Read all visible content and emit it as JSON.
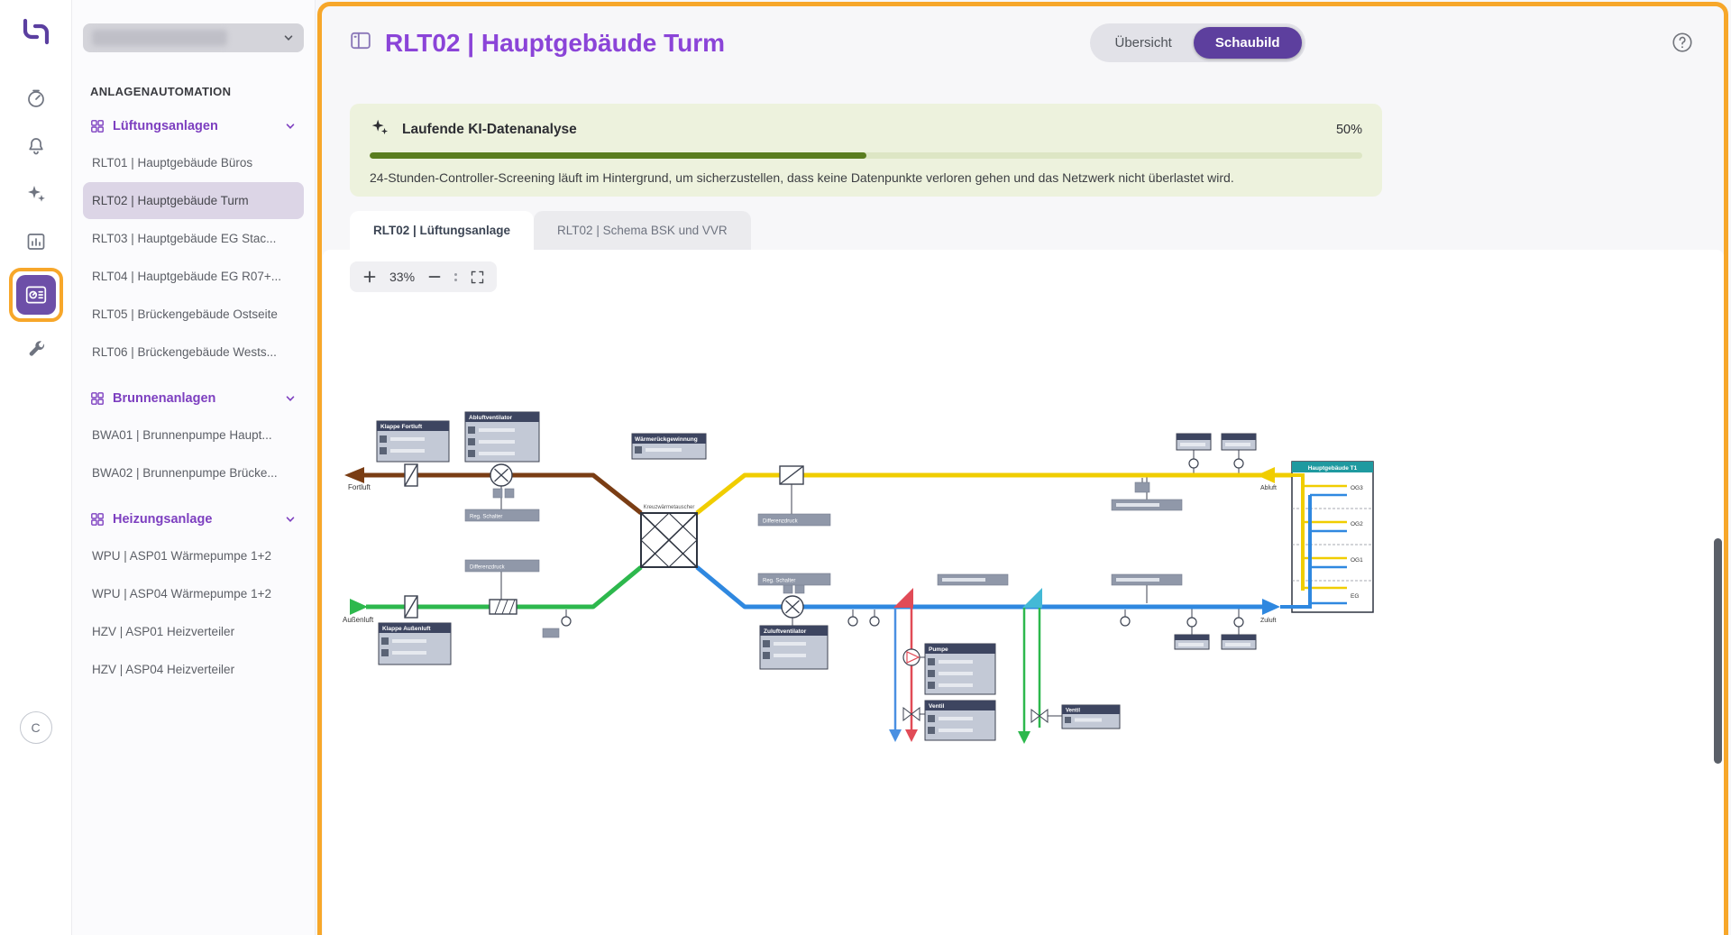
{
  "colors": {
    "accent_purple": "#8b44d8",
    "toggle_purple": "#5d3f9e",
    "highlight_orange": "#f7a72a",
    "banner_green_bg": "#edf2dd",
    "progress_green": "#5a7d1f",
    "duct_brown": "#7a3d14",
    "duct_yellow": "#f0cd00",
    "duct_green": "#2db84d",
    "duct_blue": "#2f88e0"
  },
  "iconbar": {
    "avatar": "C",
    "icons": [
      "logo",
      "dashboard",
      "notifications",
      "ai-assistant",
      "analytics",
      "automation",
      "settings-wrench"
    ]
  },
  "sidebar": {
    "section_title": "ANLAGENAUTOMATION",
    "groups": [
      {
        "label": "Lüftungsanlagen",
        "items": [
          "RLT01 | Hauptgebäude Büros",
          "RLT02 | Hauptgebäude Turm",
          "RLT03 | Hauptgebäude EG Stac...",
          "RLT04 | Hauptgebäude EG R07+...",
          "RLT05 | Brückengebäude Ostseite",
          "RLT06 | Brückengebäude Wests..."
        ]
      },
      {
        "label": "Brunnenanlagen",
        "items": [
          "BWA01 | Brunnenpumpe Haupt...",
          "BWA02 | Brunnenpumpe Brücke..."
        ]
      },
      {
        "label": "Heizungsanlage",
        "items": [
          "WPU | ASP01 Wärmepumpe 1+2",
          "WPU | ASP04 Wärmepumpe 1+2",
          "HZV | ASP01 Heizverteiler",
          "HZV | ASP04 Heizverteiler"
        ]
      }
    ],
    "selected_item": "RLT02 | Hauptgebäude Turm"
  },
  "header": {
    "title": "RLT02 | Hauptgebäude Turm",
    "toggle_overview": "Übersicht",
    "toggle_schematic": "Schaubild",
    "active_toggle": "Schaubild"
  },
  "banner": {
    "title": "Laufende KI-Datenanalyse",
    "percent": "50%",
    "progress_value": 50,
    "description": "24-Stunden-Controller-Screening läuft im Hintergrund, um sicherzustellen, dass keine Datenpunkte verloren gehen und das Netzwerk nicht überlastet wird."
  },
  "tabs": [
    {
      "label": "RLT02 | Lüftungsanlage",
      "active": true
    },
    {
      "label": "RLT02 | Schema BSK und VVR",
      "active": false
    }
  ],
  "diagram": {
    "zoom_level": "33%",
    "labels": {
      "fortluft": "Fortluft",
      "aussenluft": "Außenluft",
      "abluft": "Abluft",
      "zuluft": "Zuluft",
      "heat_exchanger": "Kreuzwärmetauscher",
      "building": "Hauptgebäude T1",
      "floors": [
        "OG3",
        "OG2",
        "OG1",
        "EG"
      ]
    },
    "components": {
      "klappe_fortluft": "Klappe Fortluft",
      "abluftventilator": "Abluftventilator",
      "waermerueckgewinnung": "Wärmerückgewinnung",
      "zuluftventilator": "Zuluftventilator",
      "klappe_aussenluft": "Klappe Außenluft",
      "pumpe": "Pumpe",
      "ventil_heizregister": "Ventil",
      "ventil_kuehlregister": "Ventil",
      "reg_schalter": "Reg. Schalter",
      "differenzdruck": "Differenzdruck"
    }
  }
}
